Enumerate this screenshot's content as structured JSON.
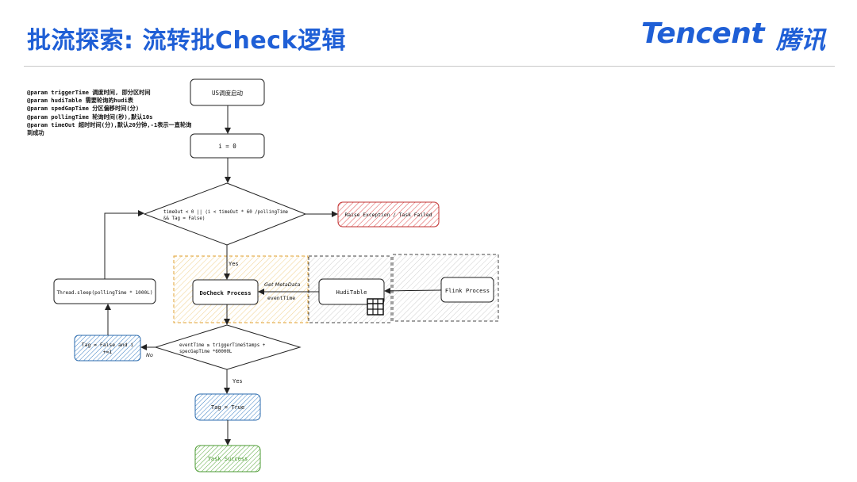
{
  "slide": {
    "title": "批流探索: 流转批Check逻辑",
    "logo_latin": "Tencent",
    "logo_cjk": "腾讯"
  },
  "params": [
    "@param triggerTime 调度时间, 即分区时间",
    "@param hudiTable 需要轮询的hudi表",
    "@param spedGapTime 分区偏移时间(分)",
    "@param pollingTime 轮询时间(秒),默认10s",
    "@param timeOut 超时时间(分),默认20分钟,-1表示一直轮询到成功"
  ],
  "flow": {
    "start": "US调度启动",
    "init": "i = 0",
    "loop_condition_1": "timeOut < 0 || (i < timeOut * 60 /pollingTime",
    "loop_condition_2": "&& Tag = False)",
    "raise": "Raise Exception / Task Failed",
    "yes_1": "Yes",
    "docheck": "DoCheck Process",
    "get_metadata": "Get MetaData",
    "event_time": "eventTime",
    "hudi_table": "HudiTable",
    "flink": "Flink Process",
    "sleep": "Thread.sleep(pollingTime * 1000L)",
    "tag_false_1": "Tag = False and i",
    "tag_false_2": "+=1",
    "check_condition_1": "eventTime  ≥  triggerTimeStamps +",
    "check_condition_2": "specGapTime *60000L",
    "no": "No",
    "yes_2": "Yes",
    "tag_true": "Tag = True",
    "success": "Task Success"
  },
  "colors": {
    "title": "#1f5fd6",
    "raise_fill": "#e05555",
    "yellow_fill": "#e8b64a",
    "blue_fill": "#3a7fc4",
    "green_fill": "#57a83a"
  }
}
